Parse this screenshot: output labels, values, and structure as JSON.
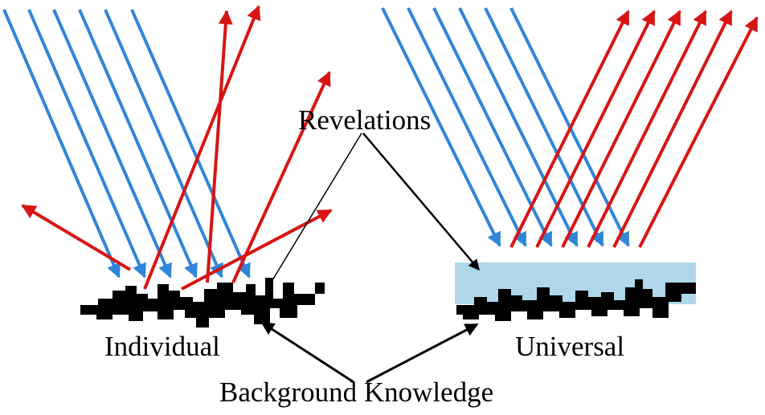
{
  "labels": {
    "revelations": "Revelations",
    "individual": "Individual",
    "universal": "Universal",
    "background_knowledge": "Background Knowledge"
  },
  "colors": {
    "incident_ray": "#2f86d8",
    "reflected_ray": "#d81414",
    "surface": "#000000",
    "universal_layer": "#aed8ea",
    "pointer": "#000000"
  }
}
